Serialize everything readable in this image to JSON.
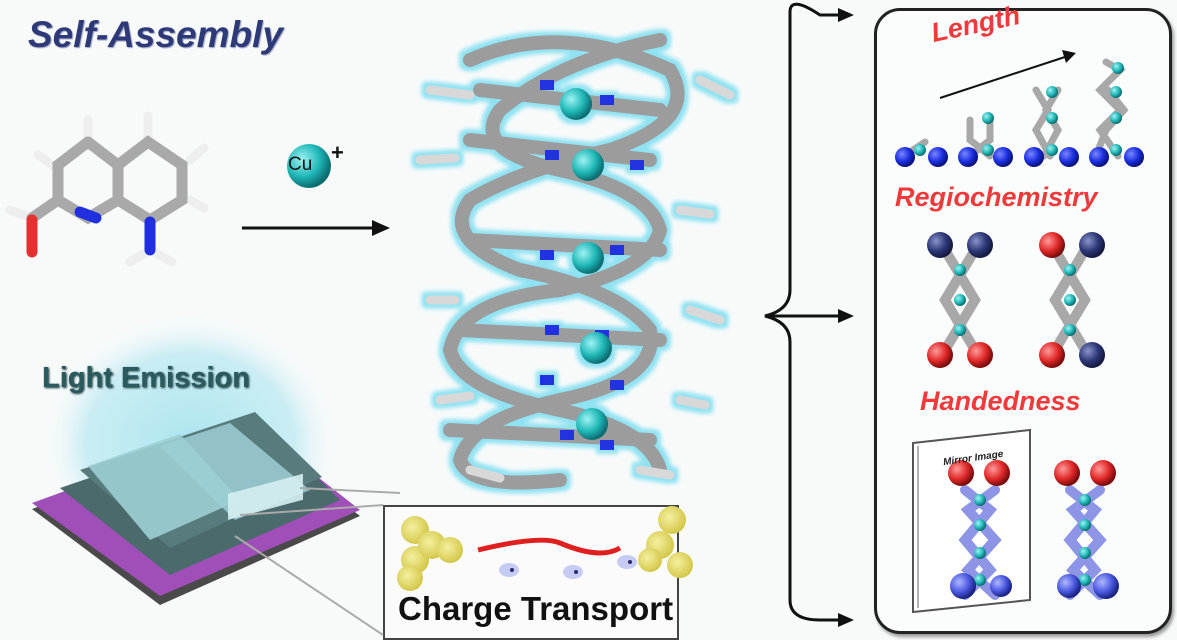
{
  "figure": {
    "title": "Self-Assembly",
    "reagent": {
      "symbol": "Cu",
      "charge": "+"
    },
    "sections": {
      "light_emission": "Light Emission",
      "charge_transport": "Charge Transport"
    },
    "outcomes_panel": {
      "length": "Length",
      "regiochemistry": "Regiochemistry",
      "handedness": "Handedness",
      "mirror_image": "Mirror Image"
    },
    "colors": {
      "title": "#2e3a78",
      "outcome_labels": "#ee3a3a",
      "copper": "#1fb8b8",
      "nitrogen": "#1a2ee0",
      "oxygen": "#e03030",
      "carbon": "#a8a8a8",
      "glow": "#9fe3f0",
      "substrate": "#9a4fb0"
    }
  }
}
